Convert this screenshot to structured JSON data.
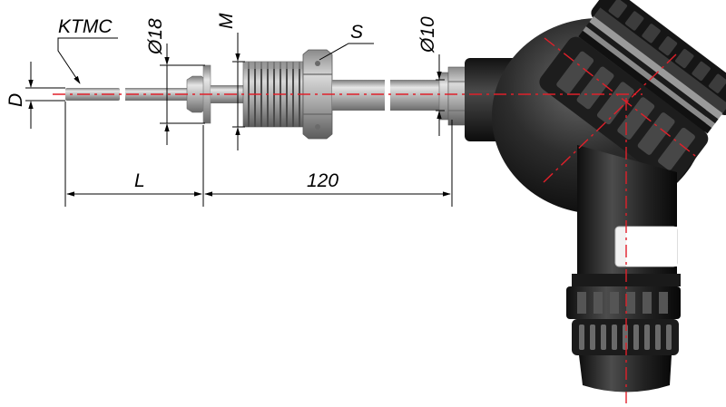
{
  "labels": {
    "sheath": "KTMC",
    "diameter_probe": "D",
    "diameter_collar": "Ø18",
    "thread": "M",
    "wrench_size": "S",
    "diameter_tube": "Ø10",
    "length_variable": "L",
    "length_fixed": "120"
  },
  "colors": {
    "centerline": "#e0202a",
    "dimension": "#000000",
    "head": "#2b2b2b",
    "metal": "#b9b9b9"
  }
}
